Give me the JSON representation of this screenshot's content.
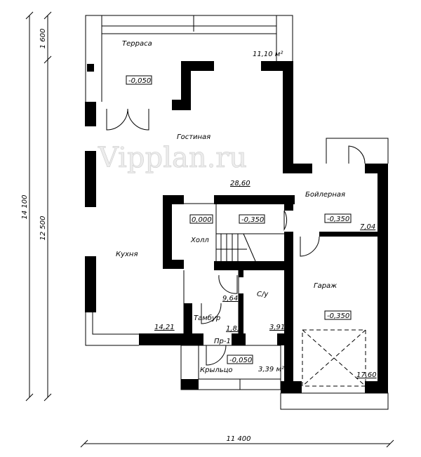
{
  "dimensions": {
    "total_height": "14 100",
    "terrace_depth": "1 600",
    "house_depth": "12 500",
    "total_width": "11 400"
  },
  "watermark": "Vipplan.ru",
  "rooms": [
    {
      "name": "Терраса",
      "area": "11,10 м²",
      "level": "-0,050"
    },
    {
      "name": "Гостиная",
      "area": "28,60"
    },
    {
      "name": "Кухня",
      "area": "14,21"
    },
    {
      "name": "Холл",
      "area": "9,64",
      "level": "0,000"
    },
    {
      "name": "Бойлерная",
      "area": "7,04",
      "level": "-0,350"
    },
    {
      "name": "Гараж",
      "area": "17,60",
      "level": "-0,350"
    },
    {
      "name": "С/у",
      "area": "3,91"
    },
    {
      "name": "Тамбур",
      "area": "1,83"
    },
    {
      "name": "Крыльцо",
      "area": "3,39 м²",
      "level": "-0,050"
    }
  ],
  "stair_level": "-0,350",
  "door_mark": "Пр-1"
}
